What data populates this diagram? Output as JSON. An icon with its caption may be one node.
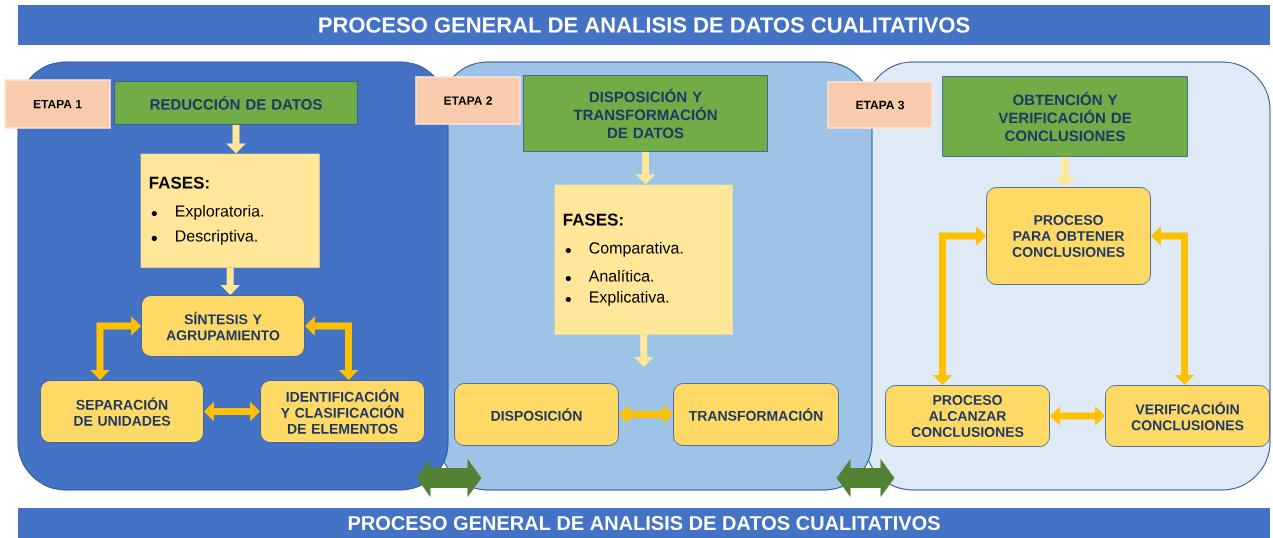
{
  "diagram": {
    "title": "PROCESO GENERAL DE ANALISIS DE DATOS CUALITATIVOS",
    "nodes": [
      {
        "text": [],
        "shape": "box"
      },
      {
        "text": [
          "ETAPA 1"
        ]
      },
      {
        "text": [
          "REDUCCIÓN DE DATOS"
        ],
        "in": 0
      },
      {
        "text": [
          "FASES:",
          "Exploratoria.",
          "Descriptiva."
        ],
        "in": 0
      },
      {
        "text": [
          "SÍNTESIS Y AGRUPAMIENTO"
        ],
        "in": 0
      },
      {
        "text": [
          "SEPARACIÓN DE UNIDADES"
        ],
        "in": 0
      },
      {
        "text": [
          "IDENTIFICACIÓN Y CLASIFICACIÓN DE ELEMENTOS"
        ],
        "in": 0
      },
      {
        "text": [],
        "shape": "box"
      },
      {
        "text": [
          "ETAPA 2"
        ]
      },
      {
        "text": [
          "DISPOSICIÓN Y TRANSFORMACIÓN DE DATOS"
        ],
        "in": 7
      },
      {
        "text": [
          "FASES:",
          "Comparativa.",
          "Analítica.",
          "Explicativa."
        ],
        "in": 7
      },
      {
        "text": [
          "DISPOSICIÓN"
        ],
        "in": 7
      },
      {
        "text": [
          "TRANSFORMACIÓN"
        ],
        "in": 7
      },
      {
        "text": [],
        "shape": "box"
      },
      {
        "text": [
          "ETAPA 3"
        ]
      },
      {
        "text": [
          "OBTENCIÓN Y VERIFICACIÓN DE CONCLUSIONES"
        ],
        "in": 13
      },
      {
        "text": [
          "PROCESO PARA OBTENER CONCLUSIONES"
        ],
        "in": 13
      },
      {
        "text": [
          "PROCESO ALCANZAR CONCLUSIONES"
        ],
        "in": 13
      },
      {
        "text": [
          "VERIFICACIÓIN CONCLUSIONES"
        ],
        "in": 13
      },
      {
        "text": [
          "PROCESO GENERAL DE ANALISIS DE DATOS CUALITATIVOS"
        ]
      }
    ],
    "edges": [
      {
        "from": 2,
        "to": 3,
        "arrow": "to",
        "color": "#ffe699"
      },
      {
        "from": 3,
        "to": 4,
        "arrow": "to",
        "color": "#ffe699"
      },
      {
        "from": 4,
        "to": 5,
        "arrow": "both"
      },
      {
        "from": 4,
        "to": 6,
        "arrow": "both"
      },
      {
        "from": 5,
        "to": 6,
        "arrow": "both"
      },
      {
        "from": 9,
        "to": 10,
        "arrow": "to",
        "color": "#ffe699"
      },
      {
        "from": 10,
        "to": null,
        "arrow": "to",
        "color": "#ffe699"
      },
      {
        "from": 11,
        "to": 12,
        "arrow": "both"
      },
      {
        "from": 15,
        "to": 16,
        "arrow": "to",
        "color": "#ffe699"
      },
      {
        "from": 16,
        "to": 17,
        "arrow": "both"
      },
      {
        "from": 16,
        "to": 18,
        "arrow": "both"
      },
      {
        "from": 17,
        "to": 18,
        "arrow": "both"
      },
      {
        "from": 0,
        "to": 7,
        "arrow": "both",
        "style": "thick",
        "color": "#548235"
      },
      {
        "from": 7,
        "to": 13,
        "arrow": "both",
        "style": "thick",
        "color": "#548235"
      }
    ]
  }
}
